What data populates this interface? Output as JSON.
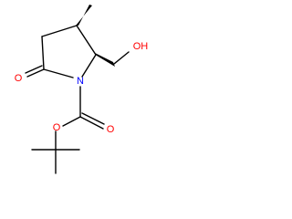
{
  "molecule": {
    "atoms": {
      "ring_oxygen_label": "O",
      "nitrogen_label": "N",
      "hydroxyl_label": "OH",
      "carbonyl_oxygen_label": "O",
      "ester_oxygen_label": "O"
    },
    "colors": {
      "bond": "#000000",
      "oxygen": "#ff0000",
      "nitrogen": "#0000ff",
      "background": "#ffffff"
    }
  }
}
